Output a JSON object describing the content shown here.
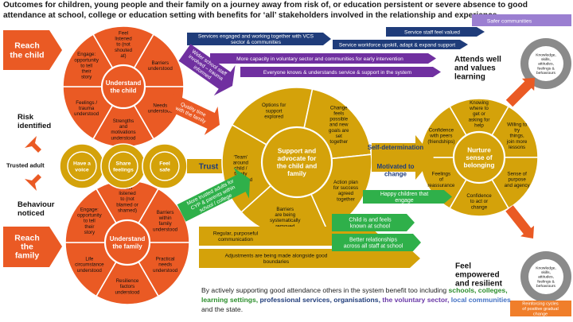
{
  "header": "Outcomes for children, young people and their family on a journey away from risk of, or education persistent or severe absence to good attendance at school, college or education setting with benefits for ‘all’ stakeholders involved in the relationship and experience.",
  "header_exact": "Outcomes for children, young people and their family on a journey away from risk of, or education persistent or severe absence to good attendance at school, college or education setting with benefits for ‘all’ stakeholders involved in the relationship and experience.",
  "left": {
    "reach_child": "Reach the child",
    "reach_family": "Reach the family",
    "risk_identified": "Risk identified",
    "trusted_adult": "Trusted adult",
    "behaviour_noticed": "Behaviour noticed"
  },
  "child_wheel": {
    "centre": "Understand the child",
    "segments": [
      "Feel listened to (not shouted at)",
      "Barriers understood",
      "Needs understood",
      "Strengths and motivations understood",
      "Feelings / trauma understood",
      "Engage: opportunity to tell their story"
    ]
  },
  "family_wheel": {
    "centre": "Understand the family",
    "segments": [
      "Feel listened to (not blamed or shamed)",
      "Barriers within family understood",
      "Practical needs understood",
      "Resilience factors understood",
      "Life circumstance understood",
      "Engage: opportunity to tell their story"
    ]
  },
  "trust_circles": [
    "Have a voice",
    "Share feelings",
    "Feel safe"
  ],
  "trust_label": "Trust",
  "support_wheel": {
    "centre": "Support and advocate for the child and family",
    "segments": [
      "Options for support explored",
      "Change feels possible and new goals are set together",
      "Action plan for success agreed together",
      "Barriers are being systematically removed",
      "‘Team’ around child / family galvanised"
    ]
  },
  "belonging_wheel": {
    "centre": "Nurture sense of belonging",
    "segments": [
      "Knowing where to get or asking for help",
      "Willing to try things, join more lessons",
      "Sense of purpose and agency",
      "Confidence to act or change",
      "Feelings of reassurance",
      "Confidence with peers (friendships)"
    ]
  },
  "middle": {
    "self_determination": "Self-determination",
    "motivated": "Motivated to change",
    "regular_comm": "Regular, purposeful communication",
    "adjustments": "Adjustments are being made alongside good boundaries"
  },
  "diag_arrows": {
    "wider_school": "Wider school staff involved – trauma informed",
    "quality_time": "Quality time with the family",
    "more_trusted": "More trusted adults for CYP & parents within school / college"
  },
  "top_arrows": [
    "Services engaged and working together with VCS sector & communities",
    "Service staff feel valued",
    "Service workforce upskill, adapt & expand support",
    "More capacity in voluntary sector and communities for early intervention",
    "Everyone knows & understands service & support in the system"
  ],
  "safer_communities": "Safer communities",
  "green_arrows": [
    "Happy children that engage",
    "Child is and feels known at school",
    "Better relationships across all staff at school"
  ],
  "right": {
    "attends": "Attends well and values learning",
    "empowered": "Feel empowered and resilient",
    "ksa": "Knowledge, skills, attitudes, feelings & behaviours",
    "cycles": "Reinforcing cycles of positive gradual change"
  },
  "footer": {
    "part1": "By actively supporting good attendance others in the system benefit too including ",
    "schools": "schools,",
    "colleges": "colleges,",
    "learning": "learning settings,",
    "professional": "professional services,",
    "organisations": "organisations,",
    "voluntary": "the voluntary sector,",
    "local": "local communities",
    "end": " and the state."
  },
  "colors": {
    "gold": "#d4a20a",
    "orange": "#ea5a24",
    "navy": "#1f3c7a",
    "purple": "#7030a0",
    "green": "#2fb04a"
  }
}
